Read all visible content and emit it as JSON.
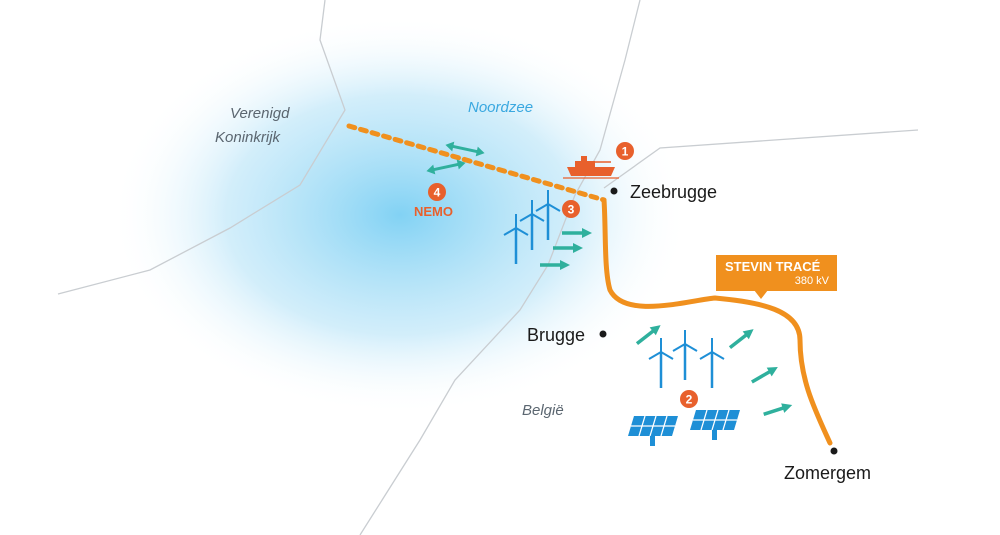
{
  "regions": {
    "uk": [
      "Verenigd",
      "Koninkrijk"
    ],
    "sea": "Noordzee",
    "belgium": "België"
  },
  "cities": {
    "zeebrugge": "Zeebrugge",
    "brugge": "Brugge",
    "zomergem": "Zomergem"
  },
  "stevin": {
    "title": "STEVIN TRACÉ",
    "voltage": "380 kV"
  },
  "nemo": {
    "label": "NEMO"
  },
  "markers": [
    "1",
    "2",
    "3",
    "4"
  ],
  "icons": [
    "ship-icon",
    "wind-turbine-icon",
    "solar-panel-icon",
    "bidirectional-arrow-icon",
    "flow-arrow-icon"
  ],
  "colors": {
    "cable": "#f0901e",
    "badge": "#e8602c",
    "arrow": "#2fb09d",
    "sea_glow": "#7fcef2",
    "turbine": "#1e8fd6",
    "coastline": "#c9cdd1"
  }
}
